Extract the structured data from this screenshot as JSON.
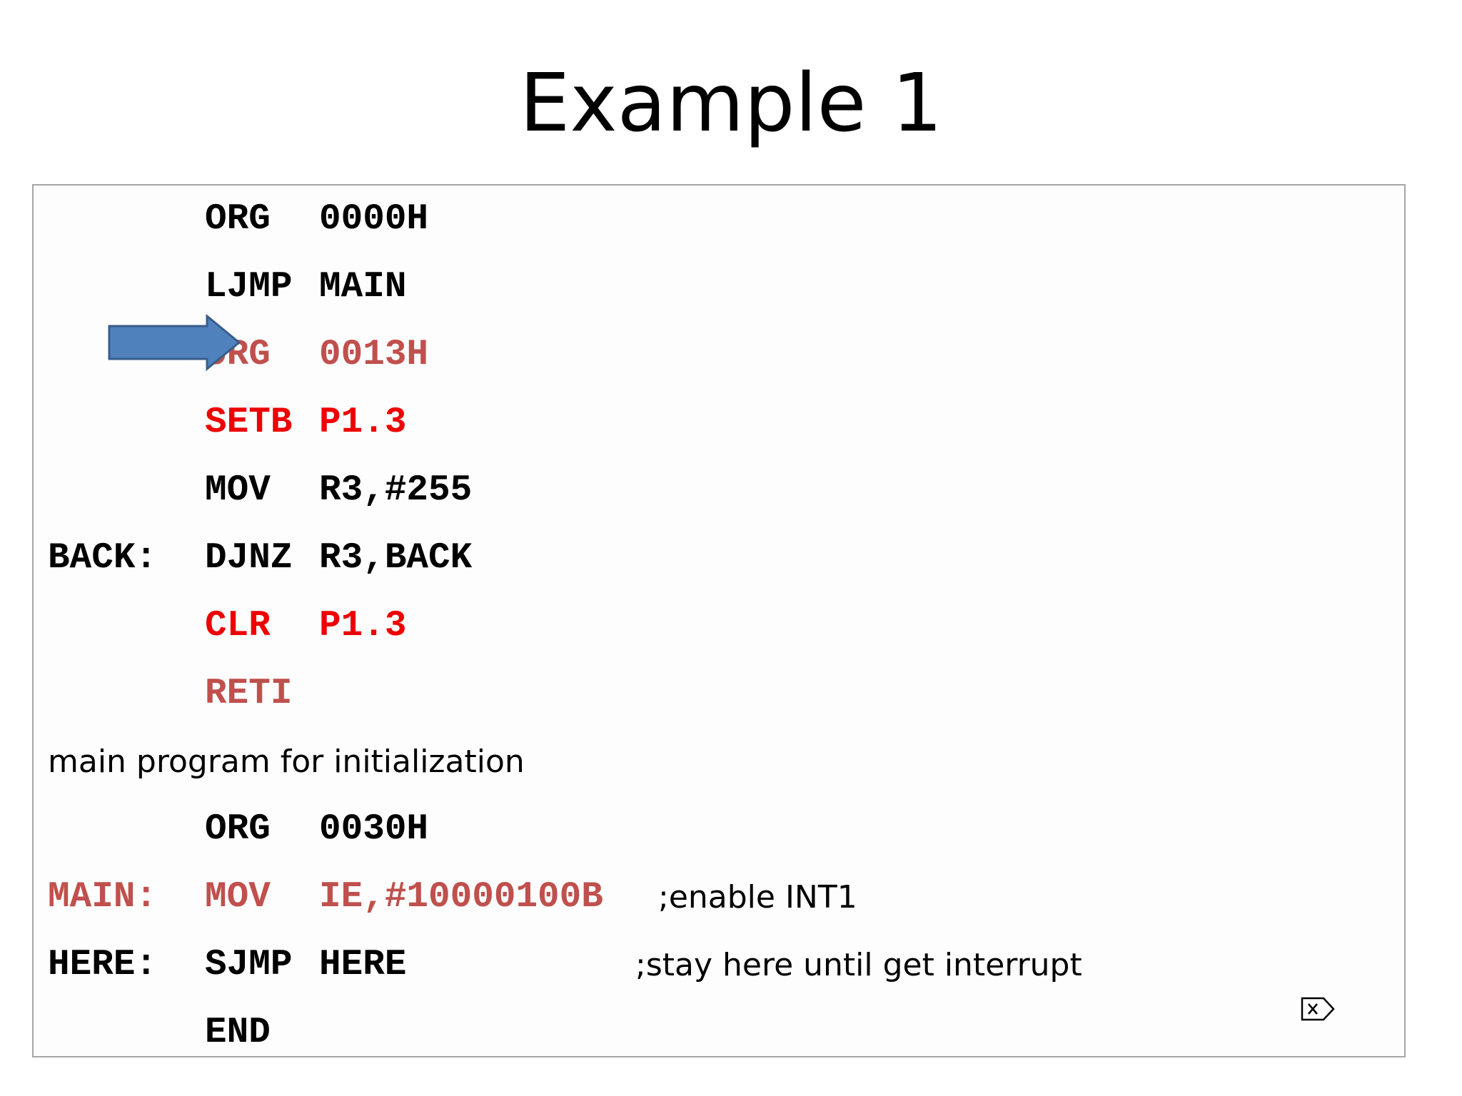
{
  "title": "Example 1",
  "colors": {
    "black": "#000000",
    "red": "#ee0000",
    "dark_red": "#c0504d",
    "arrow_fill": "#4f81bd",
    "arrow_stroke": "#385d8a"
  },
  "icons": {
    "arrow": "right-arrow-icon",
    "tag": "tag-close-icon"
  },
  "code": {
    "line1": {
      "op": "ORG",
      "arg": "0000H"
    },
    "line2": {
      "op": "LJMP",
      "arg": "MAIN"
    },
    "line3": {
      "op": "ORG",
      "arg": "0013H"
    },
    "line4": {
      "op": "SETB",
      "arg": "P1.3"
    },
    "line5": {
      "op": "MOV",
      "arg": "R3,#255"
    },
    "line6": {
      "label": "BACK:",
      "op": "DJNZ",
      "arg": "R3,BACK"
    },
    "line7": {
      "op": "CLR",
      "arg": "P1.3"
    },
    "line8": {
      "op": "RETI"
    },
    "note": "main program for initialization",
    "line10": {
      "op": "ORG",
      "arg": "0030H"
    },
    "line11": {
      "label": "MAIN:",
      "op": "MOV",
      "arg": "IE,#10000100B",
      "comment": ";enable INT1"
    },
    "line12": {
      "label": "HERE:",
      "op": "SJMP",
      "arg": "HERE",
      "comment": ";stay here until get interrupt"
    },
    "line13": {
      "op": "END"
    }
  }
}
